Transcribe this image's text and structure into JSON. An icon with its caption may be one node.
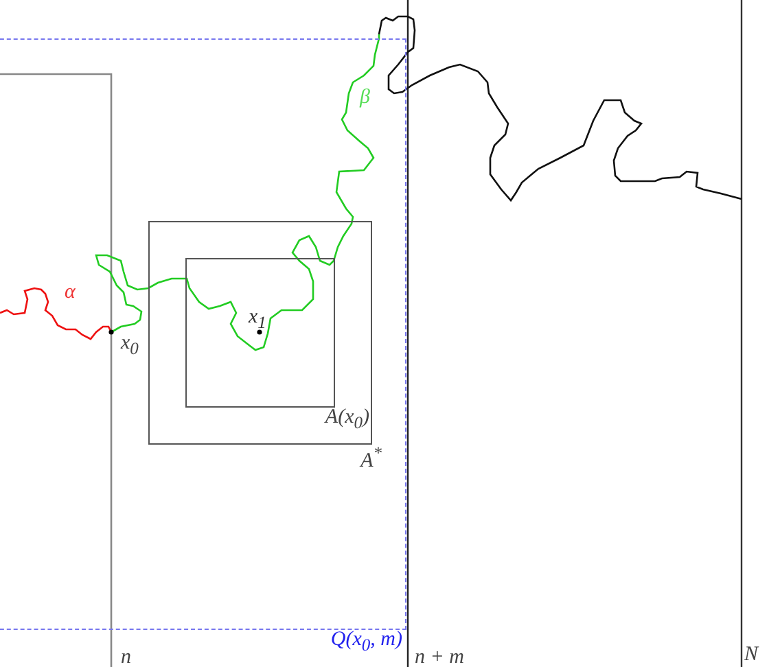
{
  "diagram": {
    "nodes": [
      {
        "text": [
          "Q(x$_{0}$, m)"
        ]
      },
      {
        "text": [
          "A$^{*}$"
        ],
        "in": 0
      },
      {
        "text": [
          "A(x$_{0}$)"
        ],
        "in": 1
      }
    ],
    "labels": [
      "β",
      "α",
      "x$_{1}$",
      "x$_{0}$",
      "n",
      "n + m",
      "N"
    ]
  }
}
